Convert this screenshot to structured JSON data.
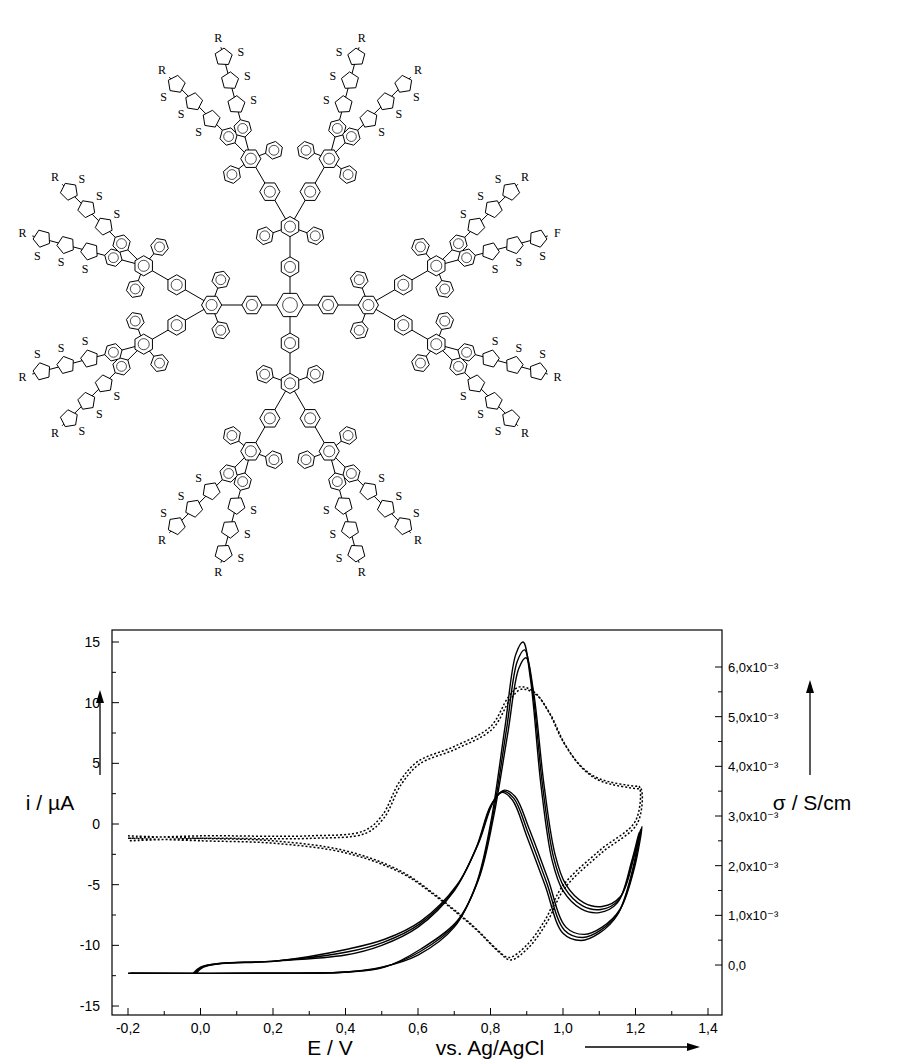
{
  "diagram": {
    "labels": [
      "S",
      "S",
      "S",
      "R",
      "S",
      "S",
      "S",
      "R",
      "S",
      "S",
      "S",
      "R",
      "S",
      "S",
      "S",
      "R",
      "S",
      "S",
      "S",
      "R",
      "S",
      "S",
      "S",
      "F",
      "S",
      "S",
      "S",
      "R",
      "S",
      "S",
      "S",
      "R",
      "S",
      "S",
      "S",
      "R",
      "S",
      "S",
      "S",
      "R",
      "S",
      "S",
      "S",
      "R",
      "S",
      "S",
      "S",
      "R",
      "S",
      "S",
      "S",
      "R",
      "S",
      "S",
      "S",
      "R",
      "S",
      "S",
      "S",
      "R",
      "S",
      "S",
      "S",
      "R",
      "15",
      "10",
      "5",
      "0",
      "-5",
      "-10",
      "-15",
      "-0,2",
      "0,0",
      "0,2",
      "0,4",
      "0,6",
      "0,8",
      "1,0",
      "1,2",
      "1,4",
      "6,0x10⁻³",
      "5,0x10⁻³",
      "4,0x10⁻³",
      "3,0x10⁻³",
      "2,0x10⁻³",
      "1,0x10⁻³",
      "0,0",
      "i / µA",
      "σ / S/cm",
      "E / V",
      "vs. Ag/AgCl"
    ]
  }
}
